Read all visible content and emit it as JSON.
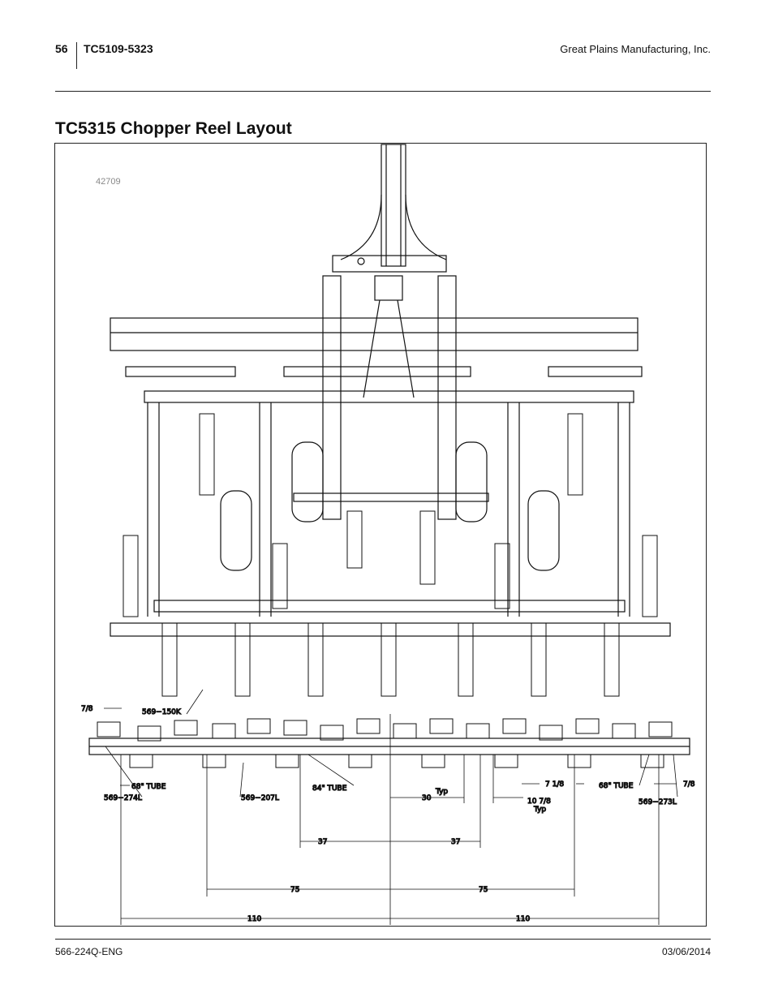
{
  "header": {
    "page_number": "56",
    "doc_id": "TC5109-5323",
    "company": "Great Plains Manufacturing, Inc."
  },
  "title": "TC5315 Chopper Reel Layout",
  "figure": {
    "figure_number": "42709",
    "labels": {
      "dim_7_8_left": "7/8",
      "part_569_150K": "569−150K",
      "tube_68_left": "68\" TUBE",
      "part_569_274L": "569−274L",
      "part_569_207L": "569−207L",
      "tube_84": "84\" TUBE",
      "typ_30": "Typ",
      "dim_30": "30",
      "dim_7_1_8": "7 1/8",
      "tube_68_right": "68\" TUBE",
      "dim_7_8_right": "7/8",
      "dim_10_7_8": "10 7/8",
      "typ_10_7_8": "Typ",
      "part_569_273L": "569−273L",
      "dim_37_left": "37",
      "dim_37_right": "37",
      "dim_75_left": "75",
      "dim_75_right": "75",
      "dim_110_left": "110",
      "dim_110_right": "110"
    }
  },
  "footer": {
    "doc_number": "566-224Q-ENG",
    "date": "03/06/2014"
  }
}
